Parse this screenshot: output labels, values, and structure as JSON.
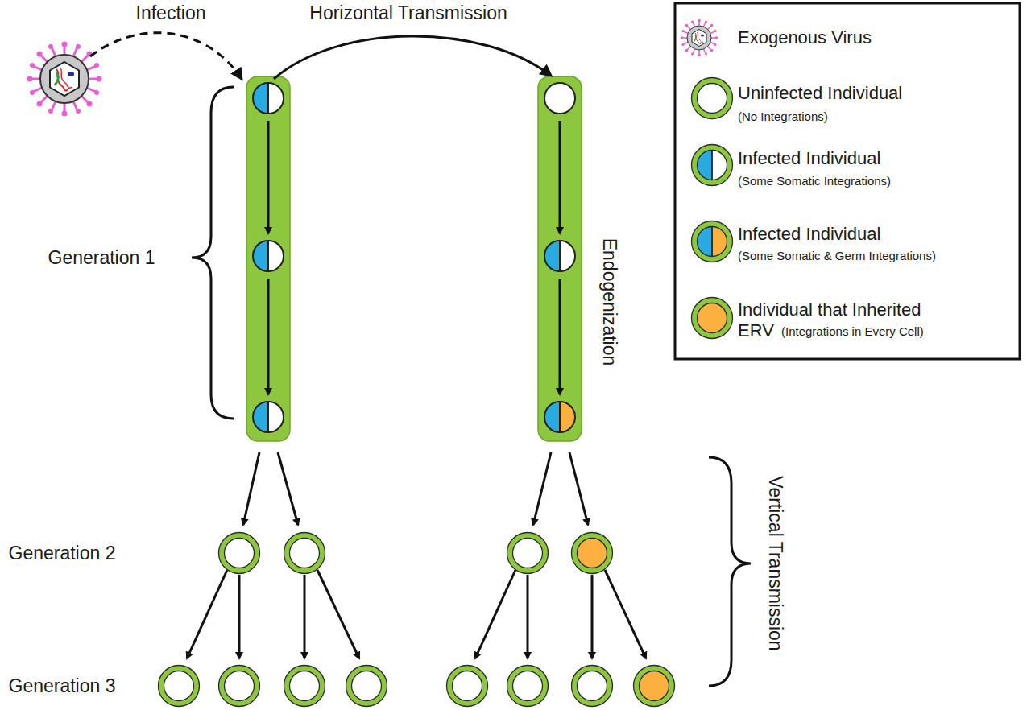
{
  "diagram": {
    "labels": [
      "Infection",
      "Horizontal Transmission",
      "Generation 1",
      "Endogenization",
      "Generation 2",
      "Vertical Transmission",
      "Generation 3",
      "(No Integrations)",
      "(Some Somatic Integrations)",
      "(Some Somatic & Germ Integrations)",
      "(Integrations in Every Cell)"
    ],
    "legend": [
      {
        "text": "Exogenous Virus"
      },
      {
        "text": "Uninfected Individual",
        "color": "#ffffff"
      },
      {
        "text": "Infected Individual"
      },
      {
        "text": "Infected Individual"
      },
      {
        "text": "Individual that Inherited ERV",
        "color": "#fbb040"
      }
    ]
  }
}
